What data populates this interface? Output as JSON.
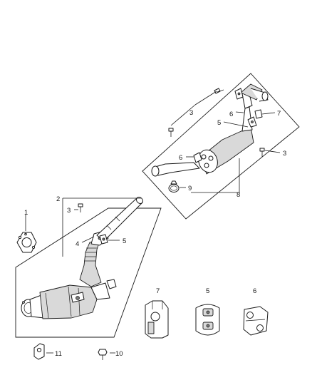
{
  "callouts": {
    "c1": "1",
    "c2": "2",
    "c3a": "3",
    "c3b": "3",
    "c3c": "3",
    "c4": "4",
    "c5a": "5",
    "c5b": "5",
    "c5c": "5",
    "c6a": "6",
    "c6b": "6",
    "c6c": "6",
    "c7a": "7",
    "c7b": "7",
    "c8": "8",
    "c9": "9",
    "c10": "10",
    "c11": "11"
  }
}
